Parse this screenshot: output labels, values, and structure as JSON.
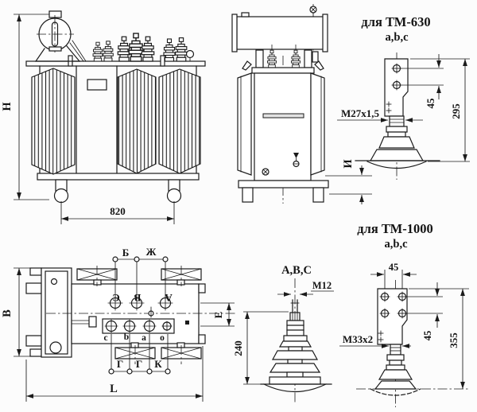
{
  "page": {
    "background": "#fcfcfc",
    "ink": "#1b1b1b"
  },
  "views": {
    "front": {
      "height_dim": "H",
      "width_dim": "820"
    },
    "side": {
      "skid_dim": "И"
    },
    "plan": {
      "width_dim": "В",
      "length_dim": "L",
      "offset_dim": "Е",
      "top_points": [
        "Б",
        "Ж"
      ],
      "bottom_points": [
        "Г",
        "Г",
        "К"
      ],
      "hv_phases": [
        "С",
        "В",
        "А"
      ],
      "lv_terminals": [
        "c",
        "b",
        "a",
        "o"
      ]
    }
  },
  "details": {
    "tm630": {
      "title": "для ТМ-630",
      "variant": "a,b,c",
      "thread": "М27х1,5",
      "hole_pitch": "45",
      "height": "295"
    },
    "hv_bushing": {
      "title": "А,В,С",
      "thread": "М12",
      "height": "240"
    },
    "tm1000": {
      "title": "для ТМ-1000",
      "variant": "a,b,c",
      "thread": "М33х2",
      "hole_pitch_top": "45",
      "hole_pitch_side": "45",
      "height": "355"
    }
  }
}
